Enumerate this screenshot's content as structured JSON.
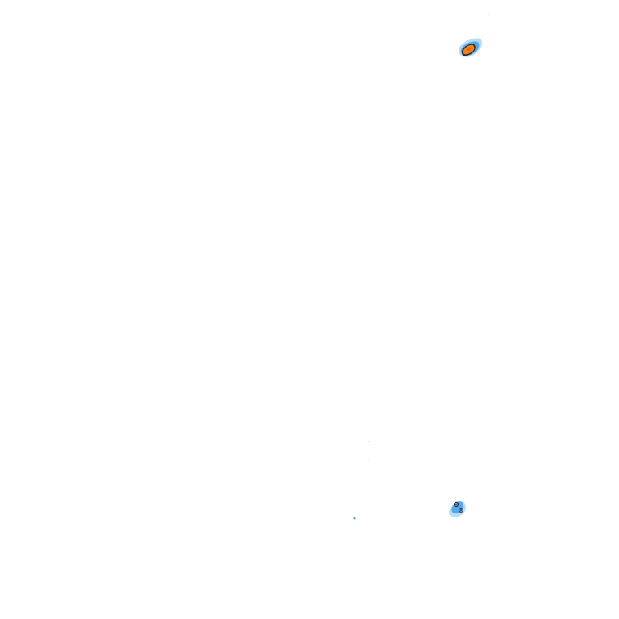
{
  "map": {
    "kind": "radar-precipitation-tile",
    "background_color": "#ffffff",
    "legend_palette": {
      "light": "#a9d8f5",
      "moderate": "#5aa7e6",
      "heavy": "#1f5fbf",
      "outline": "#2a2a2a",
      "intense": "#f07f1e",
      "intense_core": "#e46a12"
    },
    "echoes": [
      {
        "name": "northeast-storm-cell",
        "max_intensity": "intense"
      },
      {
        "name": "southeast-storm-cell",
        "max_intensity": "heavy"
      },
      {
        "name": "scattered-light-returns",
        "max_intensity": "light"
      }
    ]
  }
}
